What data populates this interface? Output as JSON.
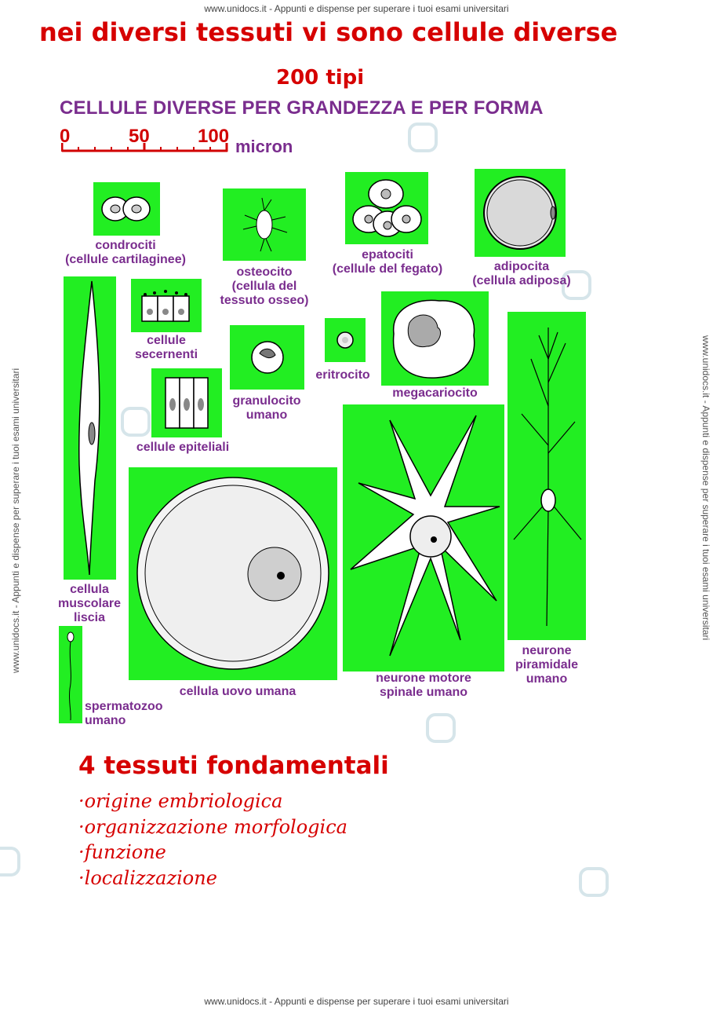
{
  "watermark": {
    "top": "www.unidocs.it - Appunti e dispense per superare i tuoi esami universitari",
    "bottom": "www.unidocs.it - Appunti e dispense per superare i tuoi esami universitari",
    "side": "www.unidocs.it - Appunti e dispense per superare i tuoi esami universitari"
  },
  "header": {
    "title": "nei diversi tessuti vi sono cellule diverse",
    "subtitle": "200 tipi",
    "figure_heading": "CELLULE DIVERSE PER GRANDEZZA E PER FORMA"
  },
  "scale": {
    "t0": "0",
    "t50": "50",
    "t100": "100",
    "unit": "micron"
  },
  "cells": {
    "condrociti": "condrociti\n(cellule cartilaginee)",
    "osteocito": "osteocito\n(cellula del\ntessuto osseo)",
    "epatociti": "epatociti\n(cellule del fegato)",
    "adipocita": "adipocita\n(cellula adiposa)",
    "secernenti": "cellule\nsecernenti",
    "granulocito": "granulocito\numano",
    "eritrocito": "eritrocito",
    "megacariocito": "megacariocito",
    "epiteliali": "cellule epiteliali",
    "muscolare": "cellula\nmuscolare\nliscia",
    "uovo": "cellula uovo umana",
    "neurone_motore": "neurone motore\nspinale umano",
    "piramidale": "neurone\npiramidale\numano",
    "spermatozoo": "spermatozoo\numano"
  },
  "bottom": {
    "title": "4 tessuti fondamentali",
    "items": [
      "origine embriologica",
      "organizzazione morfologica",
      "funzione",
      "localizzazione"
    ]
  }
}
